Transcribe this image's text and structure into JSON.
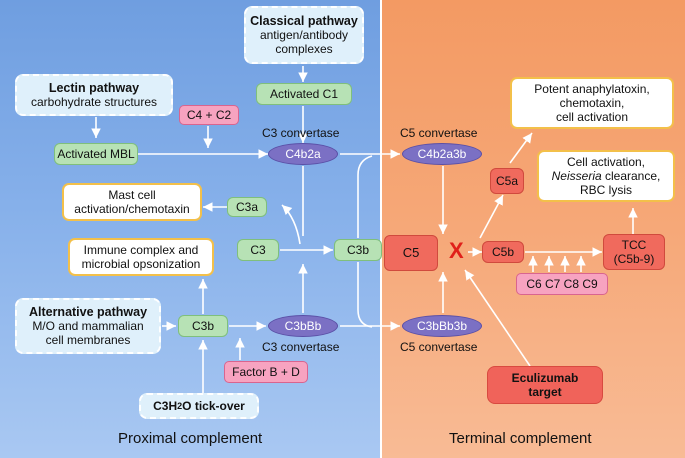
{
  "pathways": {
    "classical": {
      "title": "Classical pathway",
      "line1": "antigen/antibody",
      "line2": "complexes"
    },
    "lectin": {
      "title": "Lectin pathway",
      "line1": "carbohydrate structures"
    },
    "alternative": {
      "title": "Alternative pathway",
      "line1": "M/O and mammalian",
      "line2": "cell membranes"
    }
  },
  "nodes": {
    "activated_c1": "Activated C1",
    "c4_c2": "C4 + C2",
    "activated_mbl": "Activated MBL",
    "c4b2a": "C4b2a",
    "c4b2a3b": "C4b2a3b",
    "c3a": "C3a",
    "c3": "C3",
    "c3b_center": "C3b",
    "c3b_left": "C3b",
    "c3bbb": "C3bBb",
    "c3bbb3b": "C3bBb3b",
    "factor_bd": "Factor B + D",
    "tickover_pre": "C3H",
    "tickover_sub": "2",
    "tickover_post": "O tick-over",
    "c5": "C5",
    "c5a": "C5a",
    "c5b": "C5b",
    "tcc_line1": "TCC",
    "tcc_line2": "(C5b-9)",
    "c6c9": "C6 C7 C8 C9",
    "eculizumab_line1": "Eculizumab",
    "eculizumab_line2": "target"
  },
  "outcomes": {
    "mast_cell_1": "Mast cell",
    "mast_cell_2": "activation/chemotaxin",
    "immune_1": "Immune complex and",
    "immune_2": "microbial opsonization",
    "anaphylatoxin_1": "Potent anaphylatoxin,",
    "anaphylatoxin_2": "chemotaxin,",
    "anaphylatoxin_3": "cell activation",
    "cell_act_1": "Cell activation,",
    "cell_act_2_italic": "Neisseria",
    "cell_act_2_rest": " clearance,",
    "cell_act_3": "RBC lysis"
  },
  "labels": {
    "c3_convertase_top": "C3 convertase",
    "c5_convertase_top": "C5 convertase",
    "c3_convertase_bottom": "C3 convertase",
    "c5_convertase_bottom": "C5 convertase",
    "block_mark": "X"
  },
  "footer": {
    "proximal": "Proximal complement",
    "terminal": "Terminal complement"
  },
  "colors": {
    "proximal_panel": "#86b0ea",
    "terminal_panel": "#f6a878",
    "convertase": "#7b70c4",
    "component": "#b7e2b5",
    "terminal_component": "#f06a5d",
    "block": "#e0201a"
  }
}
